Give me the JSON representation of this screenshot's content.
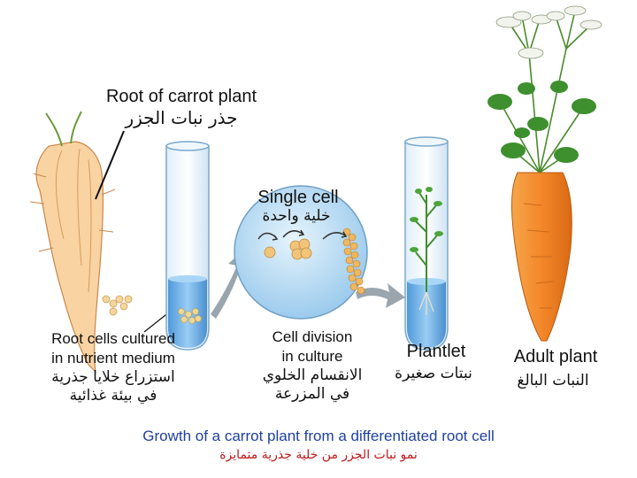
{
  "labels": {
    "root_of_carrot_en": "Root of carrot plant",
    "root_of_carrot_ar": "جذر نبات الجزر",
    "single_cell_en": "Single cell",
    "single_cell_ar": "خلية واحدة",
    "root_cells_en_1": "Root cells cultured",
    "root_cells_en_2": "in nutrient medium",
    "root_cells_ar_1": "استزراع خلايا جذرية",
    "root_cells_ar_2": "في بيئة غذائية",
    "cell_division_en_1": "Cell division",
    "cell_division_en_2": "in culture",
    "cell_division_ar_1": "الانقسام الخلوي",
    "cell_division_ar_2": "في المزرعة",
    "plantlet_en": "Plantlet",
    "plantlet_ar": "نبتات صغيرة",
    "adult_plant_en": "Adult plant",
    "adult_plant_ar": "النبات البالغ"
  },
  "caption": {
    "en": "Growth of a carrot plant from a differentiated root cell",
    "ar": "نمو نبات الجزر من خلية جذرية متمايزة"
  },
  "colors": {
    "carrot": "#f08a2a",
    "carrot_light": "#f9d9a8",
    "medium_blue": "#6fb0e8",
    "circle_blue": "#b8dcf4",
    "caption": "#1f3fa0",
    "foliage": "#3e8f2e"
  }
}
